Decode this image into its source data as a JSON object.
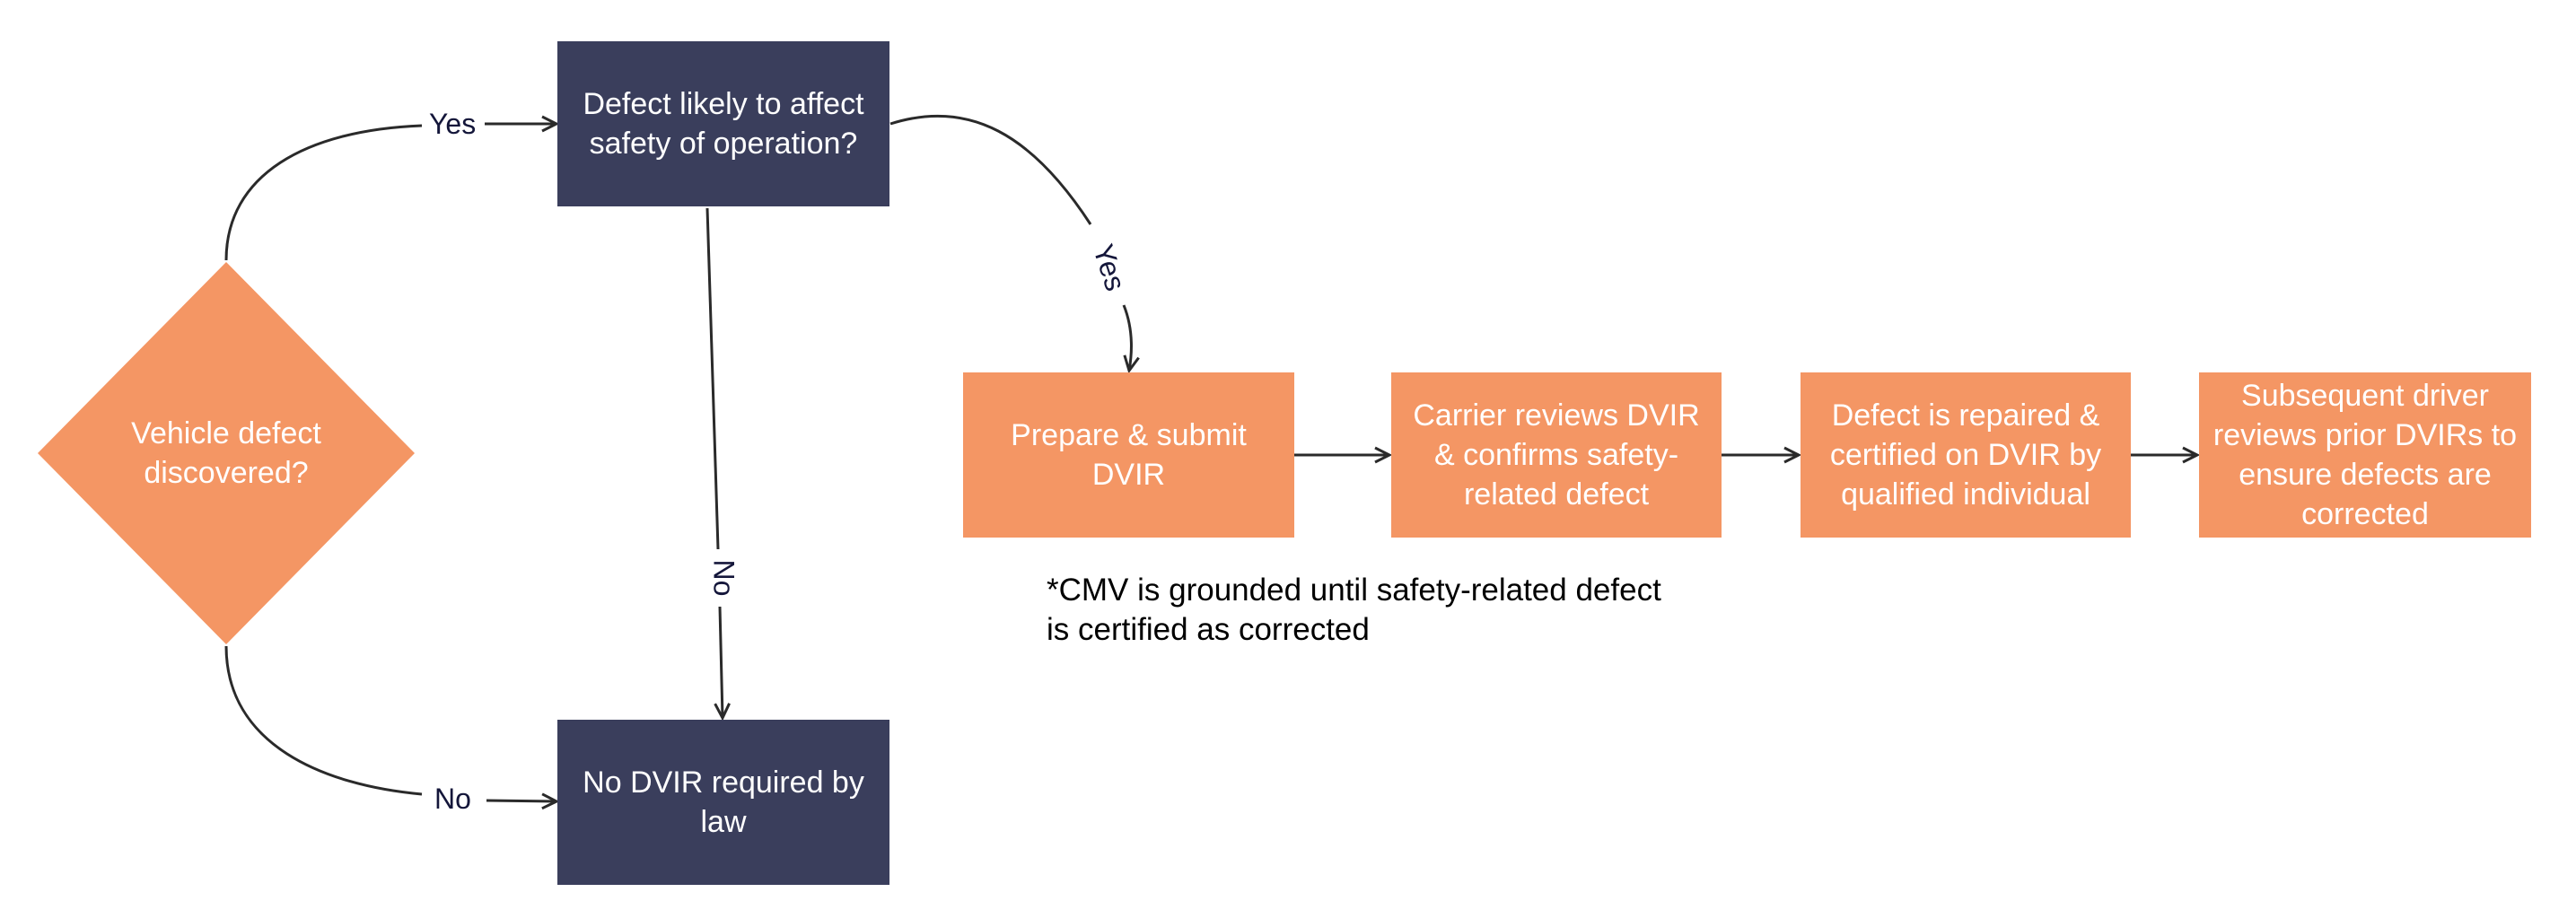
{
  "nodes": {
    "vehicle_defect": "Vehicle defect discovered?",
    "likely_affect": "Defect likely to affect safety of operation?",
    "no_dvir": "No DVIR required by law",
    "prepare_submit": "Prepare & submit DVIR",
    "carrier_reviews": "Carrier reviews DVIR & confirms safety-related defect",
    "repaired_certified": "Defect is repaired & certified on DVIR by qualified individual",
    "subsequent_driver": "Subsequent driver reviews prior DVIRs to ensure defects are corrected"
  },
  "edges": {
    "defect_yes": "Yes",
    "defect_no": "No",
    "safety_yes": "Yes",
    "safety_no": "No"
  },
  "note": "*CMV is grounded until safety-related defect is certified as corrected",
  "colors": {
    "dark_box": "#3a3e5c",
    "orange_box": "#f49664",
    "line": "#2a2a2a",
    "label_text": "#14163a"
  }
}
